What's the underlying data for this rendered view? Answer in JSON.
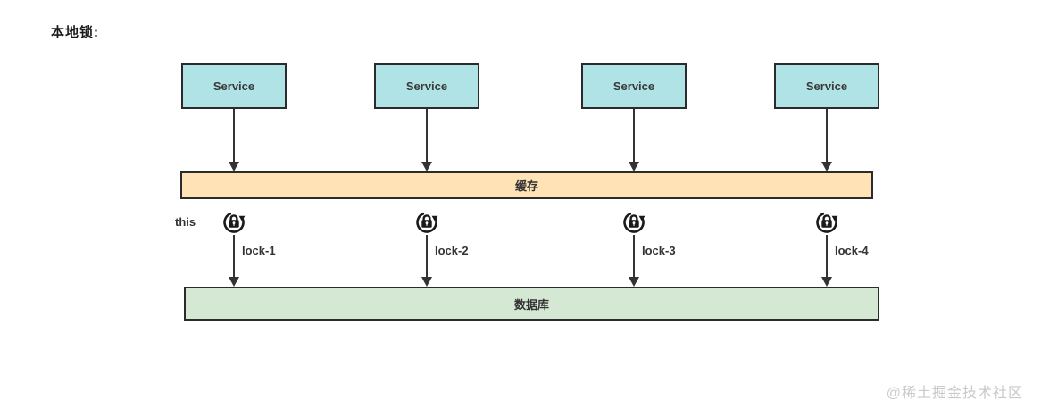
{
  "title": "本地锁:",
  "services": [
    {
      "label": "Service"
    },
    {
      "label": "Service"
    },
    {
      "label": "Service"
    },
    {
      "label": "Service"
    }
  ],
  "cache": {
    "label": "缓存"
  },
  "database": {
    "label": "数据库"
  },
  "this_label": "this",
  "locks": [
    {
      "label": "lock-1"
    },
    {
      "label": "lock-2"
    },
    {
      "label": "lock-3"
    },
    {
      "label": "lock-4"
    }
  ],
  "watermark": "@稀土掘金技术社区",
  "colors": {
    "service_fill": "#b0e3e6",
    "cache_fill": "#ffe2b6",
    "database_fill": "#d5e8d4",
    "border": "#2b2b2b",
    "arrow": "#333333",
    "watermark": "#c9c9c9"
  }
}
